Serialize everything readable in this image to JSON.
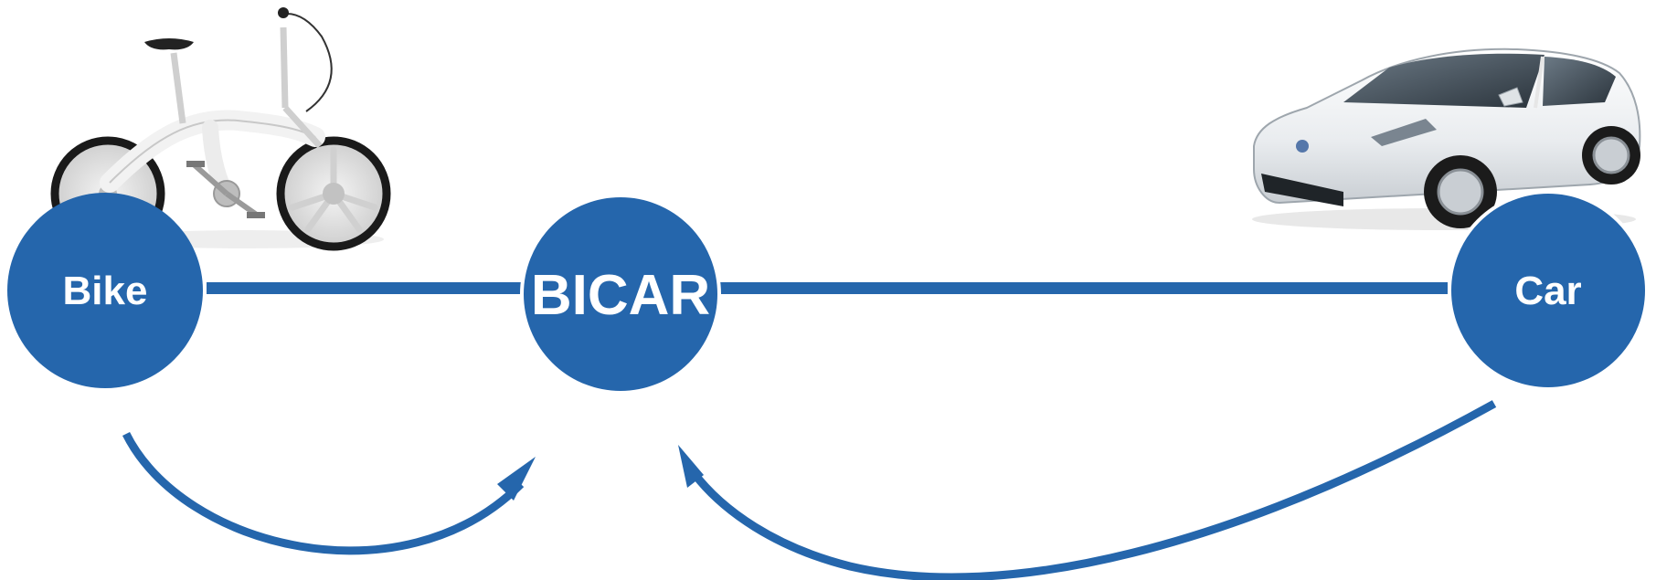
{
  "diagram": {
    "nodes": [
      {
        "id": "bike",
        "label": "Bike",
        "image": "bicycle"
      },
      {
        "id": "bicar",
        "label": "BICAR",
        "image": ""
      },
      {
        "id": "car",
        "label": "Car",
        "image": "car"
      }
    ],
    "edges": [
      {
        "from": "bike",
        "to": "bicar",
        "style": "line"
      },
      {
        "from": "bicar",
        "to": "car",
        "style": "line"
      },
      {
        "from": "bike",
        "to": "bicar",
        "style": "curved-arrow"
      },
      {
        "from": "car",
        "to": "bicar",
        "style": "curved-arrow"
      }
    ],
    "colors": {
      "primary": "#2566ac",
      "node_text": "#ffffff",
      "background": "#ffffff"
    }
  }
}
